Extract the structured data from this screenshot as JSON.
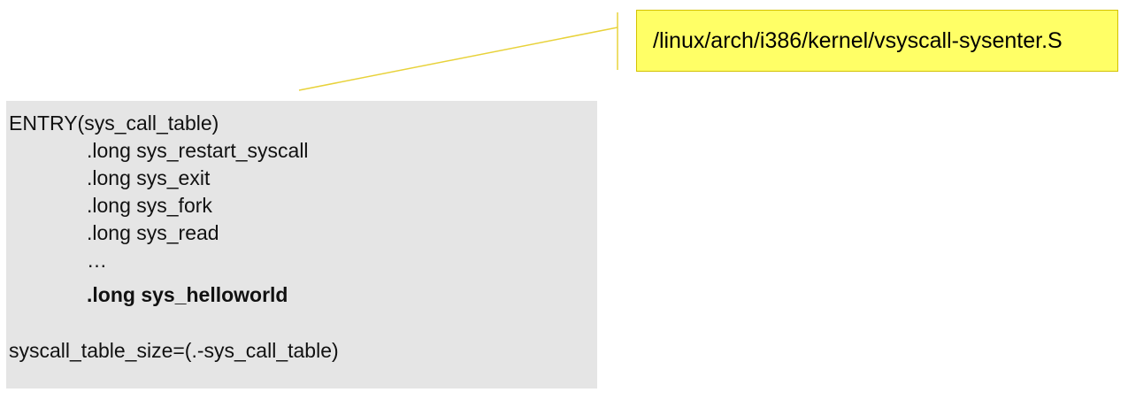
{
  "callout": {
    "path": "/linux/arch/i386/kernel/vsyscall-sysenter.S",
    "color": "#ffff66",
    "connector_color": "#e8d23a"
  },
  "code": {
    "background": "#e5e5e5",
    "entry": "ENTRY(sys_call_table)",
    "lines": [
      ".long sys_restart_syscall",
      ".long sys_exit",
      ".long sys_fork",
      ".long sys_read",
      "…"
    ],
    "highlight": ".long sys_helloworld",
    "footer": "syscall_table_size=(.-sys_call_table)"
  }
}
